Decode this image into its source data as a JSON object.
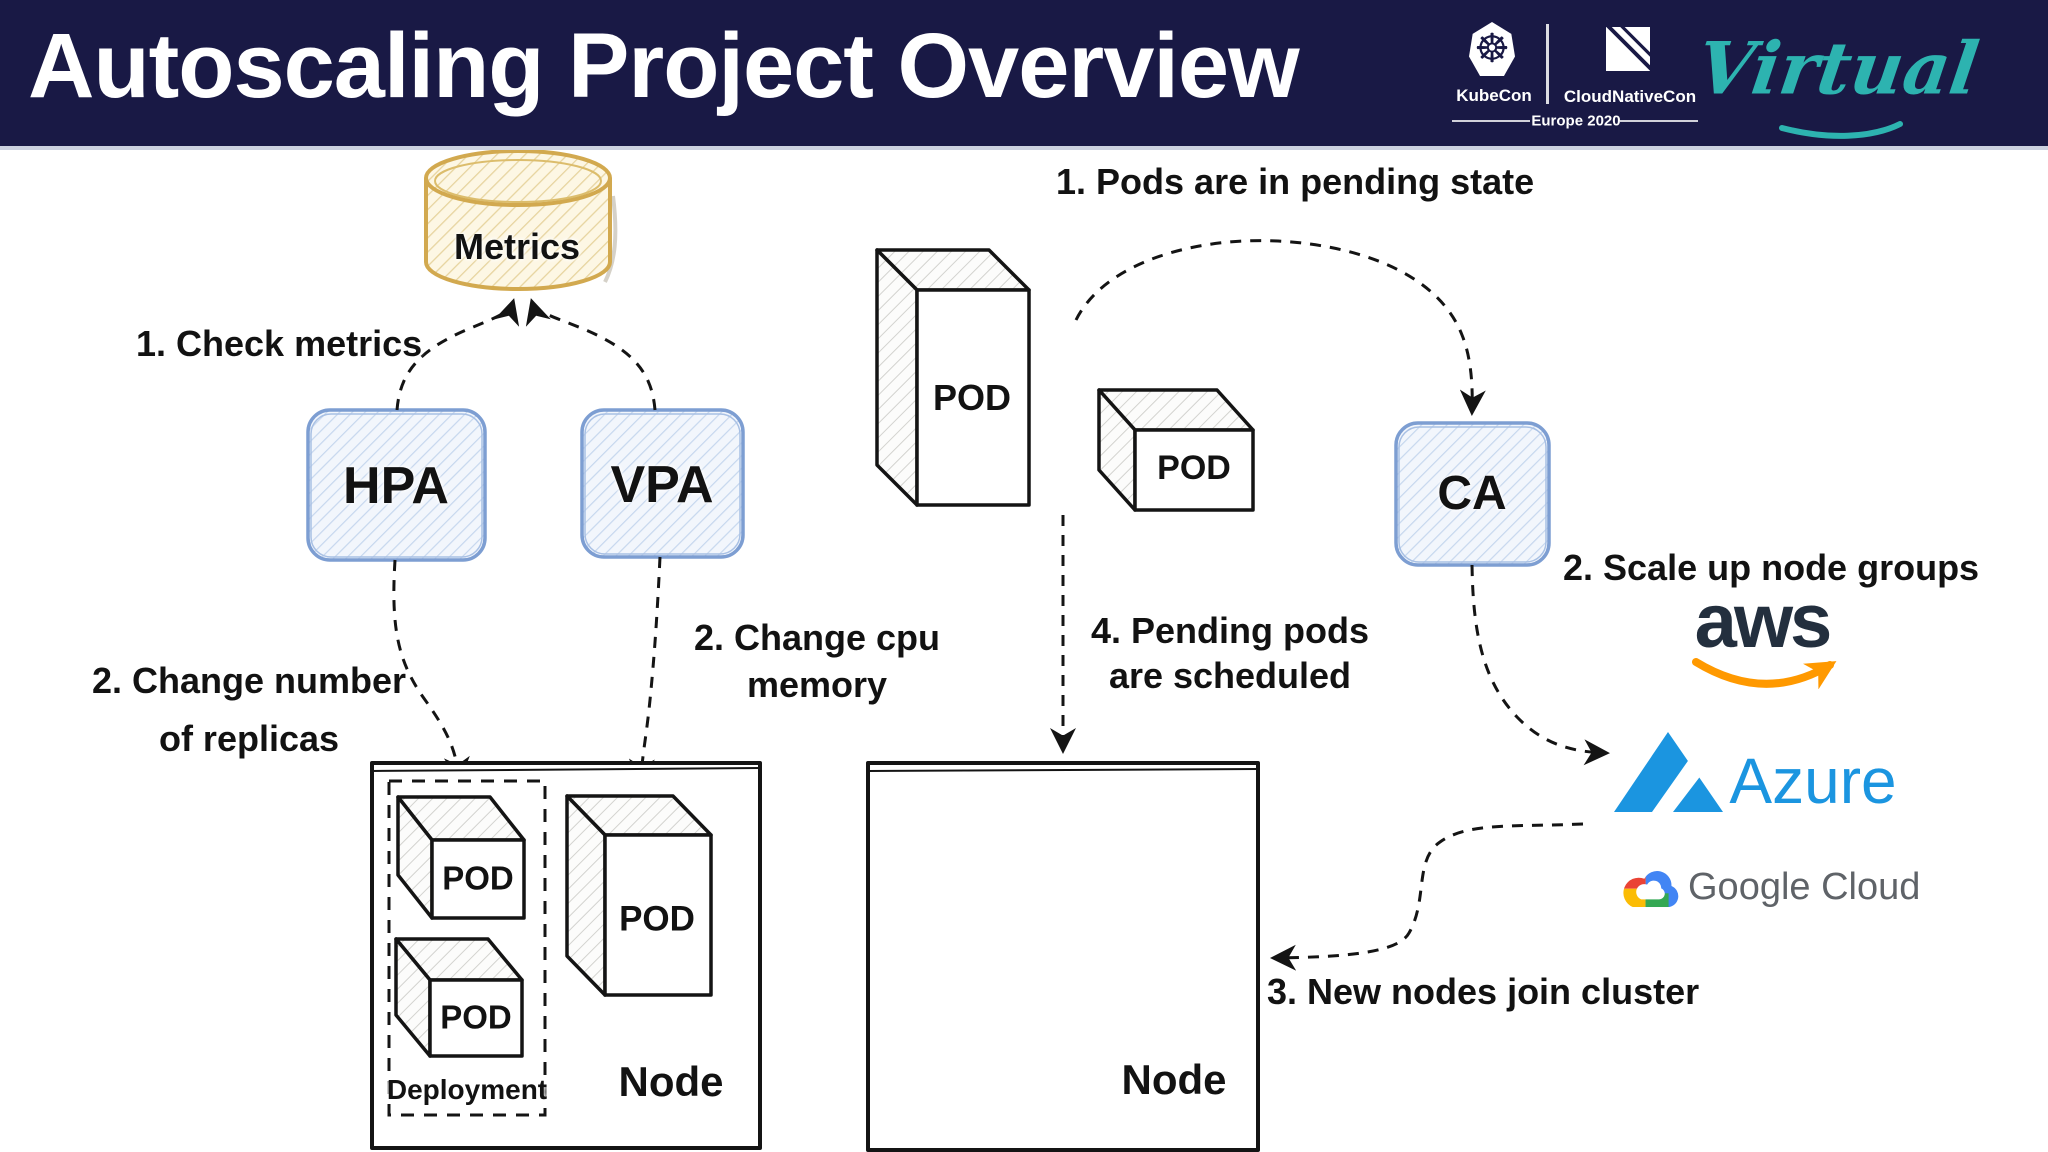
{
  "header": {
    "title": "Autoscaling Project Overview",
    "kubecon": "KubeCon",
    "cloudnativecon": "CloudNativeCon",
    "edition": "Europe 2020",
    "mode": "Virtual"
  },
  "labels": {
    "metrics": "Metrics",
    "hpa": "HPA",
    "vpa": "VPA",
    "ca": "CA",
    "pod": "POD",
    "node": "Node",
    "deployment": "Deployment"
  },
  "annotations": {
    "check_metrics": "1. Check metrics",
    "change_replicas": [
      "2. Change number",
      "of replicas"
    ],
    "change_cpu": [
      "2. Change cpu",
      "memory"
    ],
    "pods_pending": "1. Pods are in pending state",
    "pods_scheduled": [
      "4. Pending pods",
      "are scheduled"
    ],
    "scale_up": "2. Scale up node groups",
    "nodes_join": "3. New nodes join cluster"
  },
  "providers": {
    "aws": "aws",
    "azure": "Azure",
    "google_cloud": "Google Cloud"
  },
  "colors": {
    "header_bg": "#191945",
    "accent_teal": "#2db3b0",
    "box_fill": "#f2f6fc",
    "box_stroke": "#7d9ed2",
    "cylinder_stroke": "#d2a94f",
    "ink": "#141414",
    "aws_text": "#232f3e",
    "aws_smile": "#ff9900",
    "azure_blue": "#1b95e0",
    "google_gray": "#5f6368"
  }
}
